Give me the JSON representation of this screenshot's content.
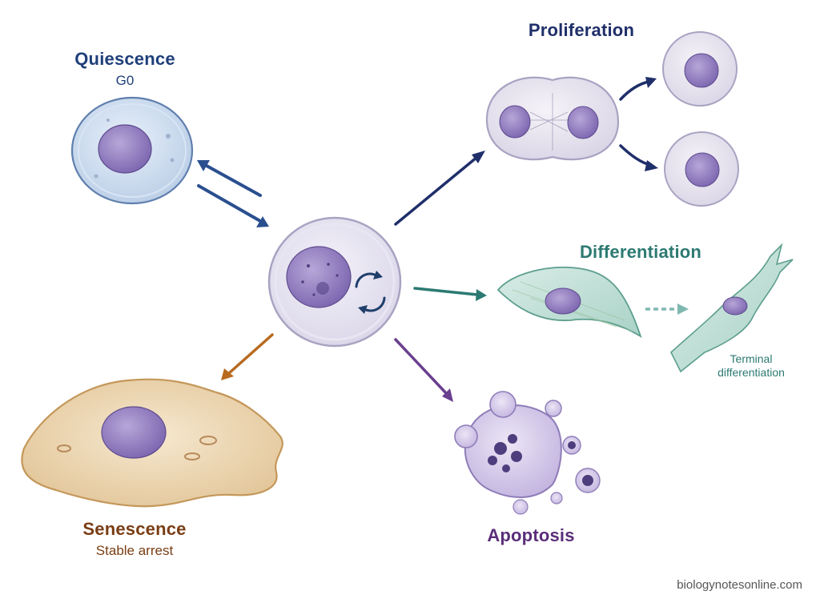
{
  "labels": {
    "quiescence": "Quiescence",
    "g0": "G0",
    "proliferation": "Proliferation",
    "differentiation": "Differentiation",
    "terminal_line1": "Terminal",
    "terminal_line2": "differentiation",
    "senescence": "Senescence",
    "stable_arrest": "Stable arrest",
    "apoptosis": "Apoptosis",
    "watermark": "biologynotesonline.com"
  },
  "colors": {
    "quiescence": "#1f3f7a",
    "proliferation": "#1f2f6a",
    "differentiation": "#2c7a72",
    "senescence": "#7a3d14",
    "apoptosis": "#5a2e7a",
    "nucleus": "#9b86c4",
    "nucleus_dark": "#6f5a9e",
    "cell_membrane": "#c9c6d8"
  },
  "icons": [
    "cell-cycle-icon"
  ]
}
